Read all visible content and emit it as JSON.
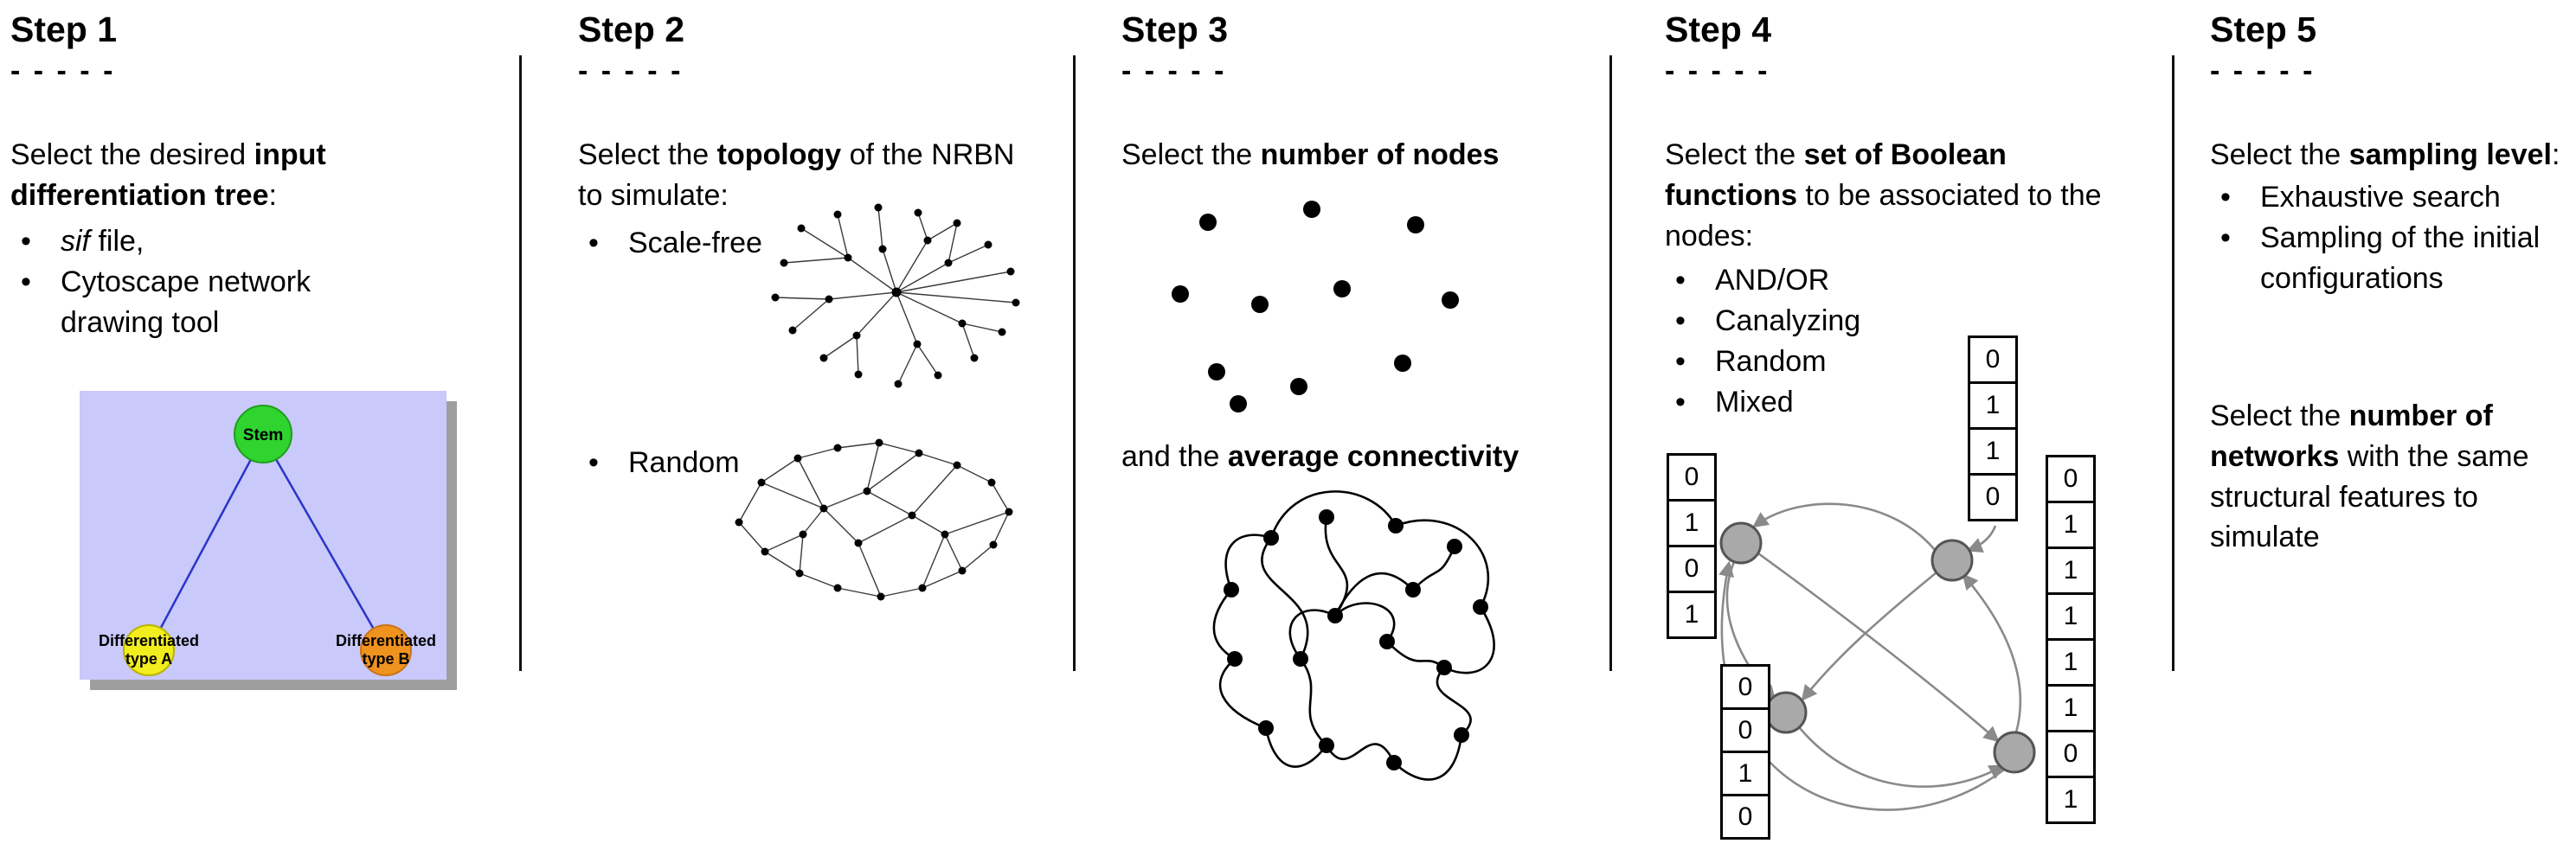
{
  "colors": {
    "tree_bg": "#c9c9fb",
    "tree_shadow": "#9e9e9e",
    "stem_green": "#2fd42f",
    "type_a_yellow": "#f2ee1e",
    "type_b_orange": "#f0921e",
    "node_gray": "#a9a9a9",
    "edge_blue": "#2a35c8"
  },
  "steps": {
    "step1": {
      "title": "Step 1",
      "dashes": "- - - - -",
      "intro": {
        "pre": "Select the desired ",
        "bold": "input differentiation tree",
        "post": ":"
      },
      "bullet1": {
        "italic": "sif",
        "rest": " file,"
      },
      "bullet2": "Cytoscape network drawing tool",
      "tree": {
        "stem": "Stem",
        "left_line1": "Differentiated",
        "left_line2": "type A",
        "right_line1": "Differentiated",
        "right_line2": "type B"
      }
    },
    "step2": {
      "title": "Step 2",
      "dashes": "- - - - -",
      "intro": {
        "pre": "Select the ",
        "bold": "topology",
        "post": " of the NRBN to simulate:"
      },
      "bullet1": "Scale-free",
      "bullet2": "Random"
    },
    "step3": {
      "title": "Step 3",
      "dashes": "- - - - -",
      "line1": {
        "pre": "Select the ",
        "bold": "number of nodes"
      },
      "line2": {
        "pre": "and the ",
        "bold": "average connectivity"
      }
    },
    "step4": {
      "title": "Step 4",
      "dashes": "- - - - -",
      "intro": {
        "pre": "Select the ",
        "bold": "set of Boolean functions",
        "post": " to be associated to the nodes:"
      },
      "bullets": [
        "AND/OR",
        "Canalyzing",
        "Random",
        "Mixed"
      ],
      "tables": {
        "left": [
          "0",
          "1",
          "0",
          "1"
        ],
        "top": [
          "0",
          "1",
          "1",
          "0"
        ],
        "bottom": [
          "0",
          "0",
          "1",
          "0"
        ],
        "right": [
          "0",
          "1",
          "1",
          "1",
          "1",
          "1",
          "0",
          "1"
        ]
      }
    },
    "step5": {
      "title": "Step 5",
      "dashes": "- - - - -",
      "intro": {
        "pre": "Select the ",
        "bold": "sampling level",
        "post": ":"
      },
      "bullets": [
        "Exhaustive search",
        "Sampling of the initial configurations"
      ],
      "para2": {
        "pre": "Select the ",
        "bold": "number of networks",
        "post": " with the same structural features to simulate"
      }
    }
  }
}
